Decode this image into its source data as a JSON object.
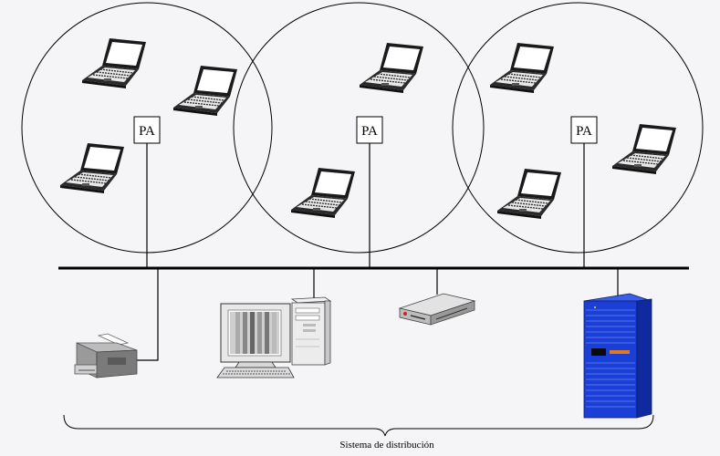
{
  "diagram": {
    "access_point_label": "PA",
    "distribution_label": "Sistema de distribución",
    "cells": [
      {
        "name": "cell-1",
        "laptops": 3
      },
      {
        "name": "cell-2",
        "laptops": 2
      },
      {
        "name": "cell-3",
        "laptops": 3
      }
    ],
    "devices": [
      "printer-icon",
      "desktop-computer-icon",
      "router-icon",
      "server-rack-icon"
    ],
    "colors": {
      "background": "#f5f5f8",
      "line": "#000000",
      "server": "#1a3fd6",
      "router_accent": "#cc2222"
    }
  }
}
